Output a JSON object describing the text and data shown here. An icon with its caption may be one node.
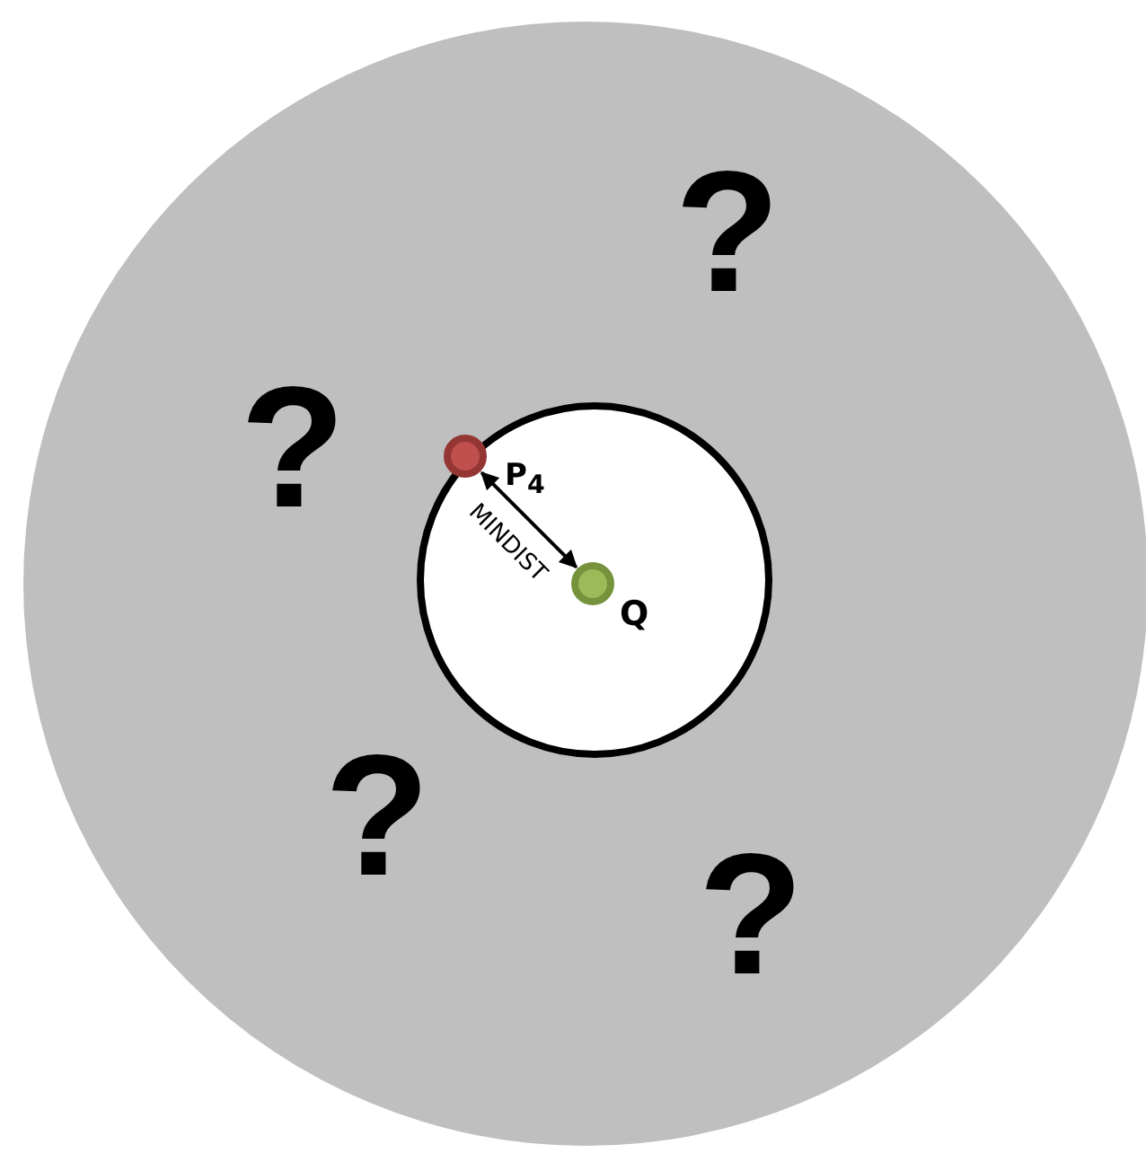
{
  "diagram": {
    "nodes": [
      {
        "text": [],
        "shape": "circle",
        "beside": [
          "P$_{4}$"
        ]
      },
      {
        "text": [],
        "shape": "circle",
        "beside": [
          "Q"
        ]
      }
    ],
    "edges": [
      {
        "from": 0,
        "to": 1,
        "arrow": "both",
        "label": "MINDIST"
      }
    ],
    "labels": [
      "?",
      "?",
      "?",
      "?"
    ]
  }
}
